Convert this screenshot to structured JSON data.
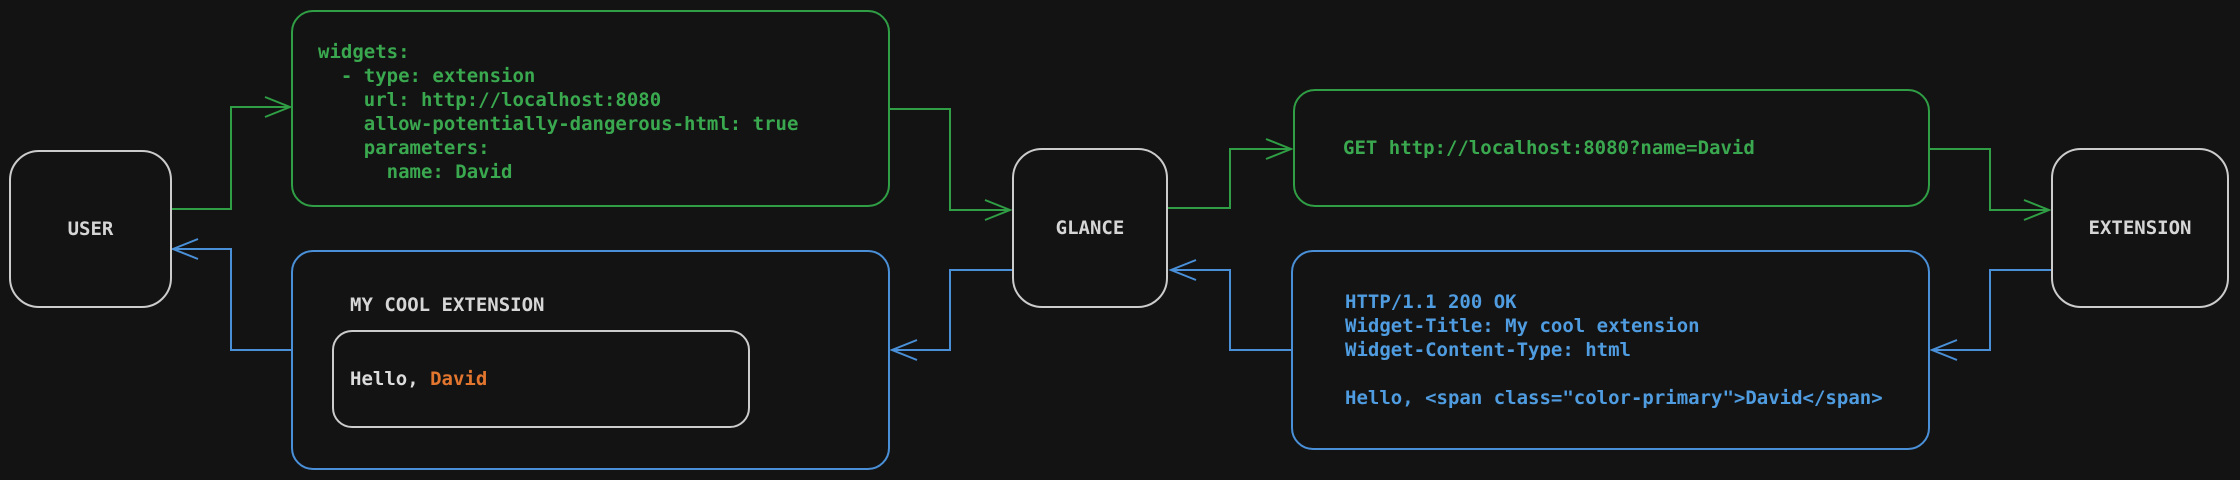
{
  "colors": {
    "background": "#131313",
    "green": "#2f9e44",
    "green_text": "#3aa84f",
    "blue": "#4a90d8",
    "blue_text": "#4f9ce0",
    "orange": "#e2762e",
    "node_border": "#cccccc",
    "node_text": "#d6d6d6",
    "white_text": "#dcdcdc"
  },
  "nodes": [
    {
      "label": "USER"
    },
    {
      "label": "GLANCE"
    },
    {
      "label": "EXTENSION"
    }
  ],
  "config_box": {
    "lines": [
      "widgets:",
      "  - type: extension",
      "    url: http://localhost:8080",
      "    allow-potentially-dangerous-html: true",
      "    parameters:",
      "      name: David"
    ]
  },
  "request_box": {
    "text": "GET http://localhost:8080?name=David"
  },
  "response_box": {
    "lines": [
      "HTTP/1.1 200 OK",
      "Widget-Title: My cool extension",
      "Widget-Content-Type: html",
      "",
      "Hello, <span class=\"color-primary\">David</span>"
    ]
  },
  "widget_box": {
    "title": "MY COOL EXTENSION",
    "greeting_prefix": "Hello, ",
    "greeting_name": "David"
  }
}
